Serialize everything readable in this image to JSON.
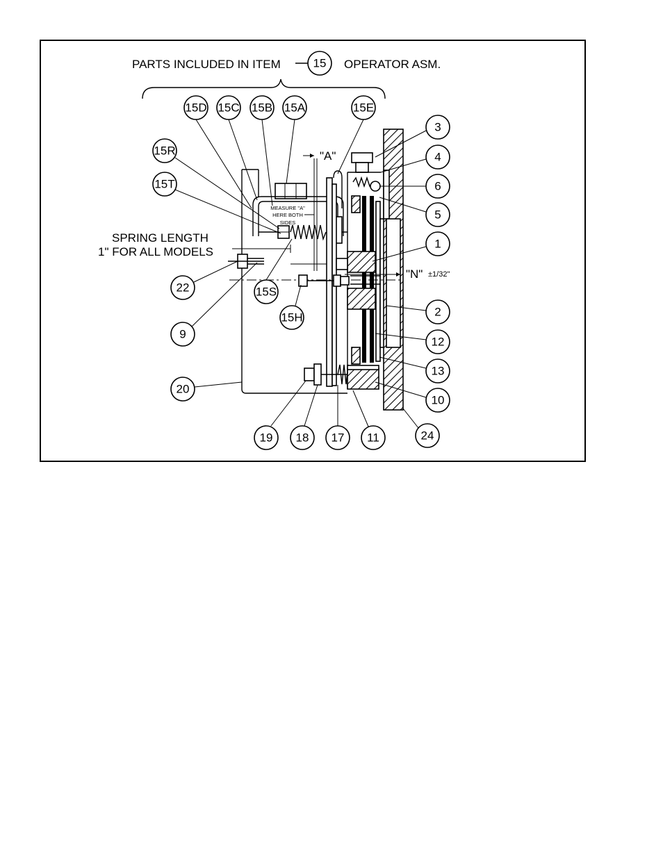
{
  "header": {
    "prefix": "PARTS INCLUDED IN ITEM",
    "item": "15",
    "suffix": "OPERATOR ASM."
  },
  "notes": {
    "measure_line1": "MEASURE \"A\"",
    "measure_line2": "HERE BOTH",
    "measure_line3": "SIDES",
    "spring_line1": "SPRING LENGTH",
    "spring_line2": "1\" FOR ALL MODELS",
    "dim_a": "\"A\"",
    "dim_n": "\"N\"",
    "dim_n_tol": "±1/32\""
  },
  "callouts": {
    "c15D": "15D",
    "c15C": "15C",
    "c15B": "15B",
    "c15A": "15A",
    "c15E": "15E",
    "c15R": "15R",
    "c15T": "15T",
    "c15S": "15S",
    "c15H": "15H",
    "c3": "3",
    "c4": "4",
    "c6": "6",
    "c5": "5",
    "c1": "1",
    "c2": "2",
    "c12": "12",
    "c13": "13",
    "c10": "10",
    "c24": "24",
    "c22": "22",
    "c9": "9",
    "c20": "20",
    "c19": "19",
    "c18": "18",
    "c17": "17",
    "c11": "11"
  }
}
